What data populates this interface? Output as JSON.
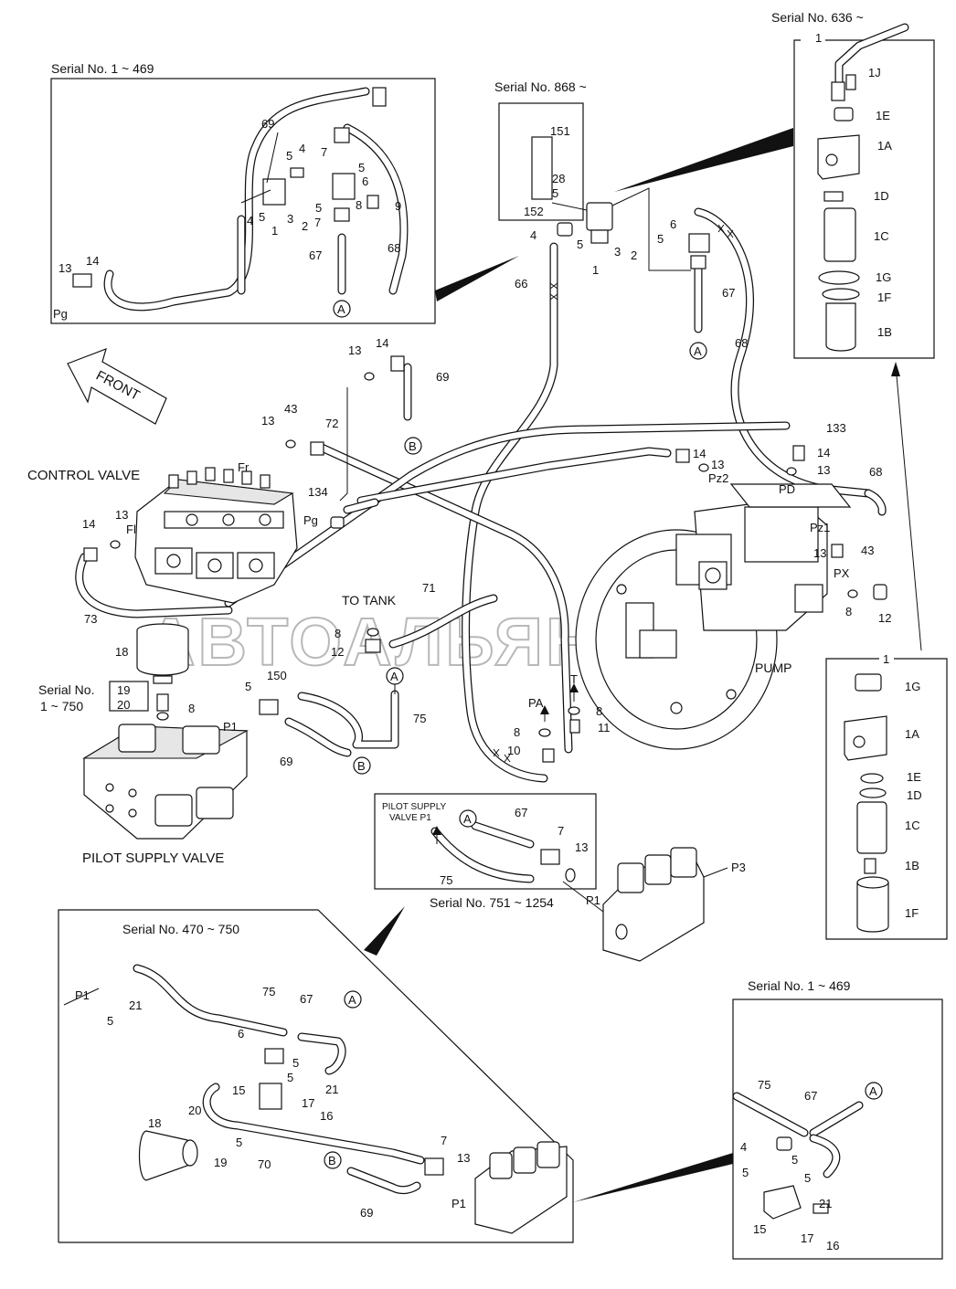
{
  "serial_labels": {
    "s636": "Serial No. 636 ~",
    "s1_469_top": "Serial No. 1 ~ 469",
    "s868": "Serial No. 868 ~",
    "s751_1254": "Serial No. 751 ~ 1254",
    "s470_750": "Serial No. 470 ~ 750",
    "s1_469_bottom": "Serial No.  1 ~ 469",
    "s1_750_line1": "Serial No.",
    "s1_750_line2": "1 ~ 750"
  },
  "component_labels": {
    "control_valve": "CONTROL VALVE",
    "pilot_supply_valve": "PILOT SUPPLY VALVE",
    "pump": "PUMP",
    "to_tank": "TO  TANK",
    "front": "FRONT",
    "pilot_supply_inset_line1": "PILOT SUPPLY",
    "pilot_supply_inset_line2": "VALVE   P1"
  },
  "watermark": "АВТОАЛЬЯНС",
  "connectors": {
    "a": "A",
    "b": "B"
  },
  "ports": {
    "pg": "Pg",
    "fr": "Fr",
    "fl": "Fl",
    "pd": "PD",
    "pz1": "Pz1",
    "pz2": "Pz2",
    "px": "PX",
    "pa": "PA",
    "t": "T",
    "p1": "P1",
    "p3": "P3"
  },
  "callouts": {
    "n1": "1",
    "n2": "2",
    "n3": "3",
    "n4": "4",
    "n5": "5",
    "n6": "6",
    "n7": "7",
    "n8": "8",
    "n9": "9",
    "n10": "10",
    "n11": "11",
    "n12": "12",
    "n13": "13",
    "n14": "14",
    "n15": "15",
    "n16": "16",
    "n17": "17",
    "n18": "18",
    "n19": "19",
    "n20": "20",
    "n21": "21",
    "n28": "28",
    "n43": "43",
    "n66": "66",
    "n67": "67",
    "n68": "68",
    "n69": "69",
    "n70": "70",
    "n71": "71",
    "n72": "72",
    "n73": "73",
    "n75": "75",
    "n133": "133",
    "n134": "134",
    "n150": "150",
    "n151": "151",
    "n152": "152"
  },
  "filter_parts": {
    "j1": "1J",
    "e1": "1E",
    "a1": "1A",
    "d1": "1D",
    "c1": "1C",
    "g1": "1G",
    "f1": "1F",
    "b1": "1B"
  }
}
